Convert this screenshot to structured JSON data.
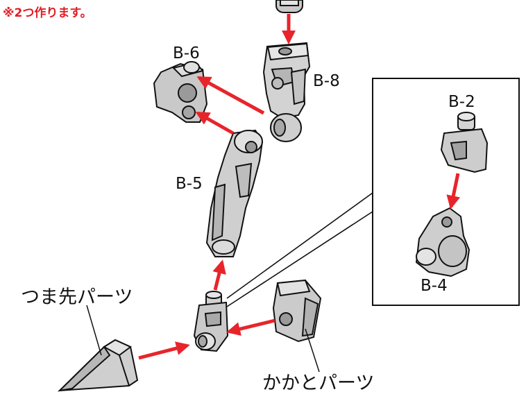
{
  "note": "※2つ作ります。",
  "labels": {
    "b6": "B-6",
    "b8": "B-8",
    "b5": "B-5",
    "b2": "B-2",
    "b4": "B-4",
    "toe": "つま先パーツ",
    "heel": "かかとパーツ"
  },
  "colors": {
    "arrow": "#e8242b",
    "part_fill": "#d7d7d7",
    "part_shade": "#a9a9a9",
    "outline": "#111111"
  }
}
